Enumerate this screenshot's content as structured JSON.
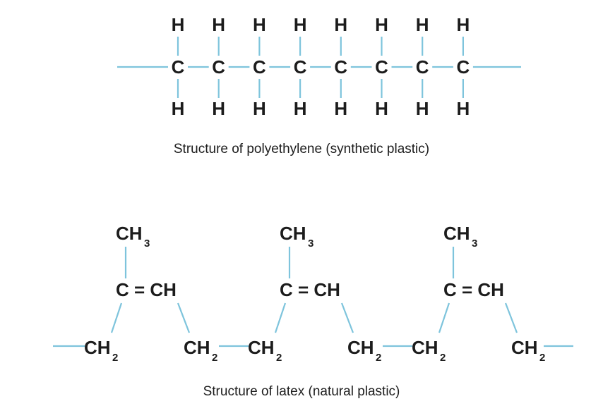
{
  "colors": {
    "bond": "#7ec4dc",
    "text": "#1c1c1c",
    "background": "#ffffff"
  },
  "polyethylene": {
    "caption": "Structure of polyethylene (synthetic plastic)",
    "carbon_symbol": "C",
    "hydrogen_symbol": "H",
    "carbon_count": 8
  },
  "latex": {
    "caption": "Structure of latex (natural plastic)",
    "methyl_base": "CH",
    "methyl_subscript": "3",
    "double_bond_group": "C = CH",
    "methylene_base": "CH",
    "methylene_subscript": "2",
    "unit_count": 3
  }
}
